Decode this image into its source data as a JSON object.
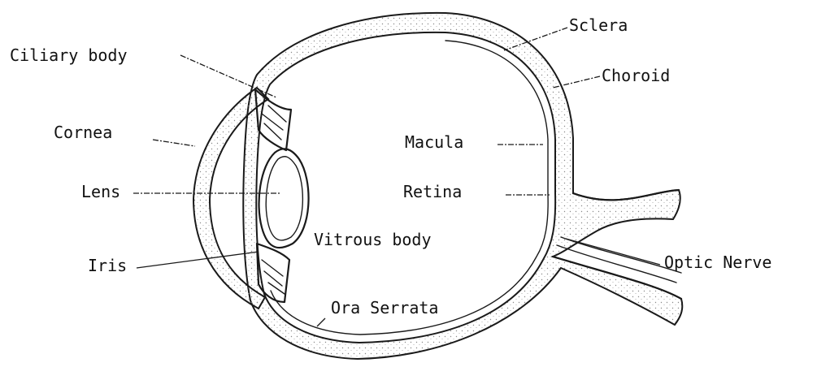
{
  "labels": {
    "sclera": "Sclera",
    "choroid": "Choroid",
    "ciliary_body": "Ciliary body",
    "cornea": "Cornea",
    "macula": "Macula",
    "lens": "Lens",
    "retina": "Retina",
    "vitrous_body": "Vitrous body",
    "iris": "Iris",
    "optic_nerve": "Optic Nerve",
    "ora_serrata": "Ora Serrata"
  },
  "colors": {
    "ink": "#1a1a1a",
    "stipple": "#8a8a8a",
    "background": "#ffffff"
  }
}
